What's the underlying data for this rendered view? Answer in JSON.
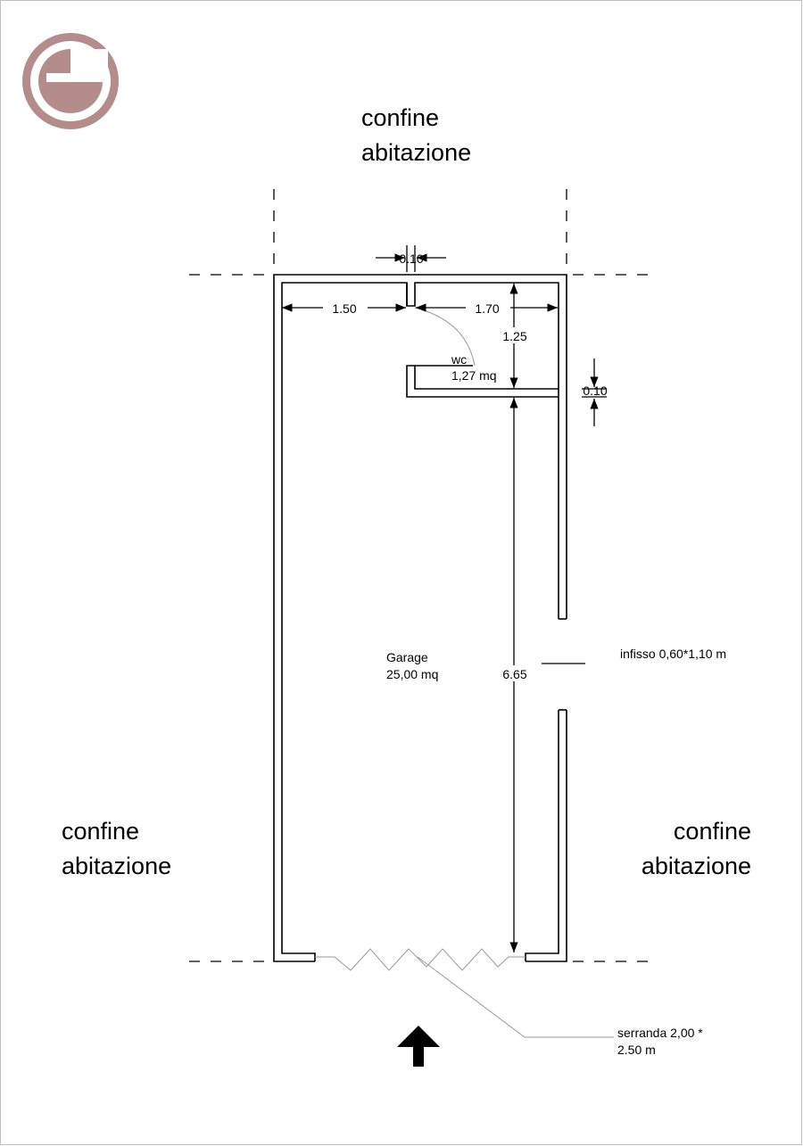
{
  "logo": {
    "name": "G-logo",
    "color": "#b48c8c"
  },
  "boundary_labels": {
    "top": {
      "line1": "confine",
      "line2": "abitazione"
    },
    "left": {
      "line1": "confine",
      "line2": "abitazione"
    },
    "right": {
      "line1": "confine",
      "line2": "abitazione"
    }
  },
  "dimensions": {
    "wall_thickness_top": "0.10",
    "wall_thickness_right": "0.10",
    "wc_left_width": "1.50",
    "wc_right_width": "1.70",
    "wc_depth": "1.25",
    "garage_depth": "6.65"
  },
  "rooms": {
    "wc": {
      "name": "wc",
      "area": "1,27 mq"
    },
    "garage": {
      "name": "Garage",
      "area": "25,00 mq"
    }
  },
  "annotations": {
    "window": "infisso 0,60*1,10 m",
    "shutter_line1": "serranda 2,00 *",
    "shutter_line2": "2.50 m"
  },
  "entrance_arrow": {
    "name": "entrance-arrow-icon"
  }
}
